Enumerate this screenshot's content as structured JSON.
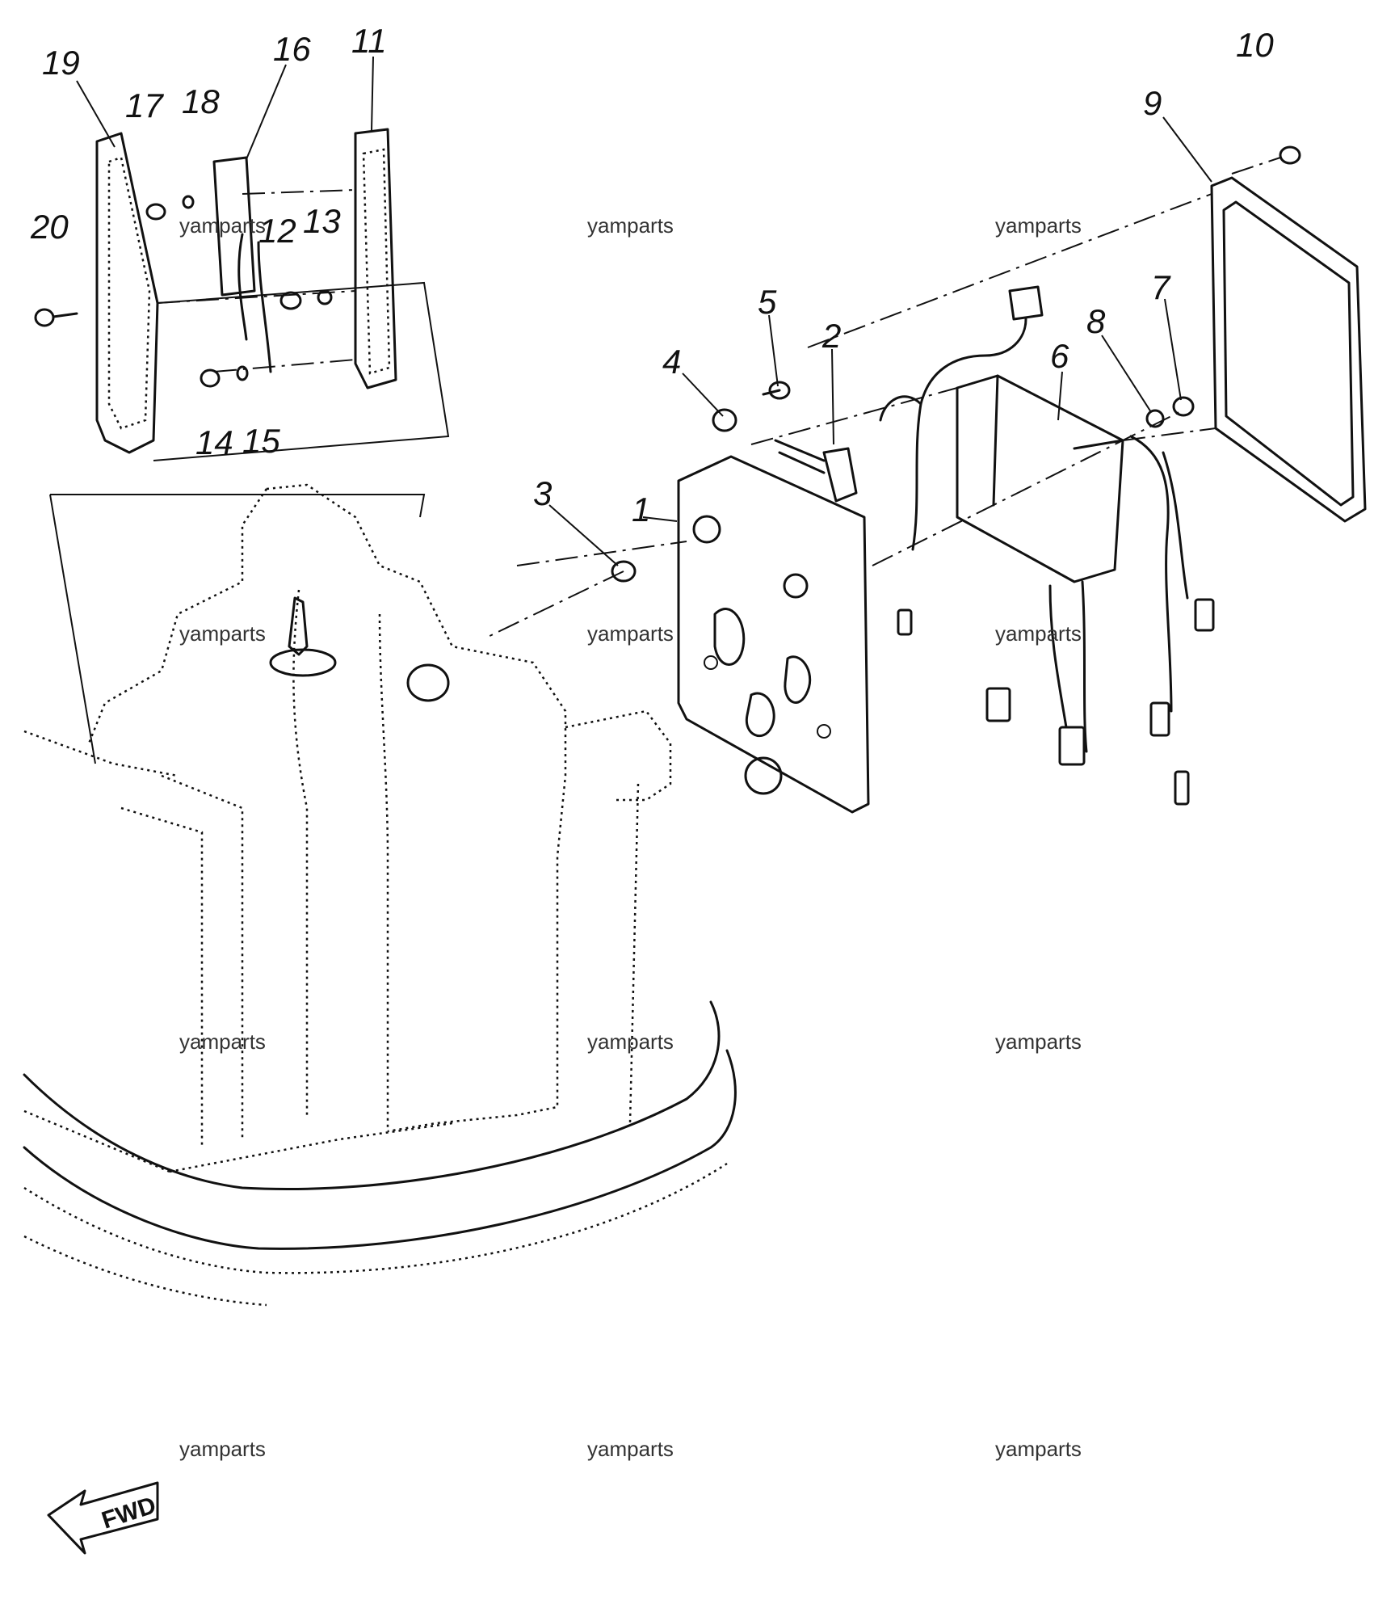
{
  "callouts": [
    "1",
    "2",
    "3",
    "4",
    "5",
    "6",
    "7",
    "8",
    "9",
    "10",
    "11",
    "12",
    "13",
    "14",
    "15",
    "16",
    "17",
    "18",
    "19",
    "20"
  ],
  "watermark": "yamparts",
  "fwd_label": "FWD"
}
